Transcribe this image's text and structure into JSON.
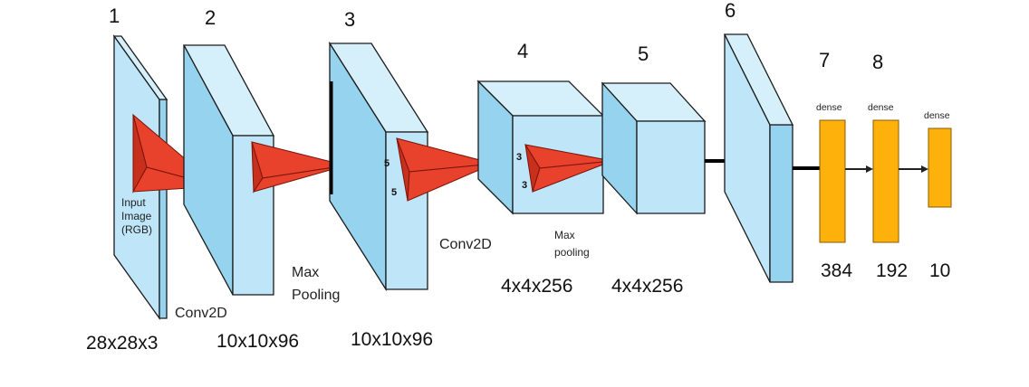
{
  "layer_numbers": [
    "1",
    "2",
    "3",
    "4",
    "5",
    "6",
    "7",
    "8"
  ],
  "input_label_lines": [
    "Input",
    "Image",
    "(RGB)"
  ],
  "operations": {
    "conv2d_1": "Conv2D",
    "max_pooling_1_lines": [
      "Max",
      "Pooling"
    ],
    "conv2d_2": "Conv2D",
    "max_pooling_2_lines": [
      "Max",
      "pooling"
    ]
  },
  "kernel_sizes": {
    "conv_h": "5",
    "conv_w": "5",
    "pool_h": "3",
    "pool_w": "3"
  },
  "dimensions": [
    "28x28x3",
    "10x10x96",
    "10x10x96",
    "4x4x256",
    "4x4x256"
  ],
  "dense_layers": [
    {
      "label": "dense",
      "units": "384"
    },
    {
      "label": "dense",
      "units": "192"
    },
    {
      "label": "dense",
      "units": "10"
    }
  ],
  "colors": {
    "volume": "#bfe6f8",
    "kernel": "#e8412c",
    "dense": "#fdb10a"
  }
}
